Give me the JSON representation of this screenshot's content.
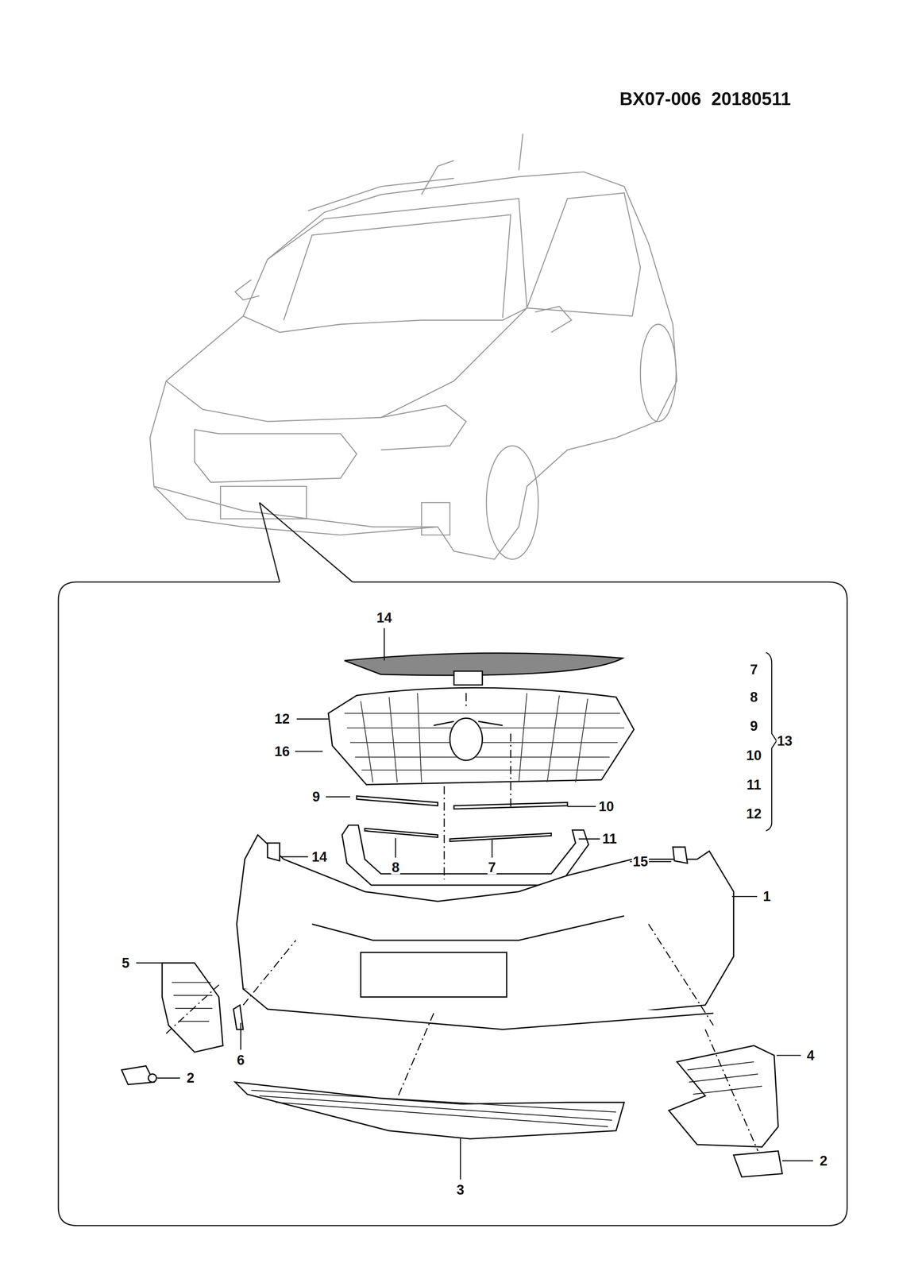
{
  "diagram": {
    "title": "BX07-006  20180511",
    "labels": [
      "14",
      "7",
      "8",
      "9",
      "10",
      "11",
      "12",
      "13",
      "12",
      "16",
      "9",
      "10",
      "11",
      "14",
      "15",
      "8",
      "7",
      "1",
      "5",
      "6",
      "2",
      "4",
      "2",
      "3"
    ]
  }
}
